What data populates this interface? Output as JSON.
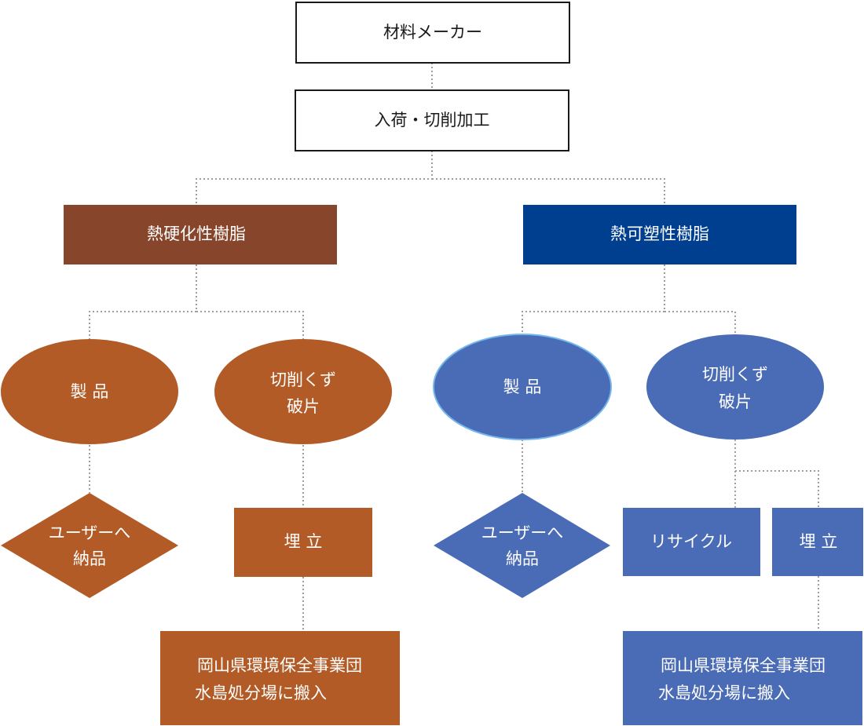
{
  "colors": {
    "thermoset_dark": "#87452B",
    "thermoset": "#B25B26",
    "thermoplastic_dark": "#003F8F",
    "thermoplastic": "#4A6BB5",
    "ellipse_highlight_stroke": "#73B7EC",
    "white_box_border": "#1a1a1a",
    "connector": "#9e9e9e"
  },
  "diagram": {
    "top": {
      "maker": "材料メーカー",
      "processing": "入荷・切削加工"
    },
    "thermoset": {
      "header": "熱硬化性樹脂",
      "product": "製 品",
      "scrap_line1": "切削くず",
      "scrap_line2": "破片",
      "deliver_line1": "ユーザーへ",
      "deliver_line2": "納品",
      "landfill": "埋 立",
      "disposal_line1": "岡山県環境保全事業団",
      "disposal_line2": "水島処分場に搬入"
    },
    "thermoplastic": {
      "header": "熱可塑性樹脂",
      "product": "製 品",
      "scrap_line1": "切削くず",
      "scrap_line2": "破片",
      "deliver_line1": "ユーザーへ",
      "deliver_line2": "納品",
      "recycle": "リサイクル",
      "landfill": "埋 立",
      "disposal_line1": "岡山県環境保全事業団",
      "disposal_line2": "水島処分場に搬入"
    }
  }
}
